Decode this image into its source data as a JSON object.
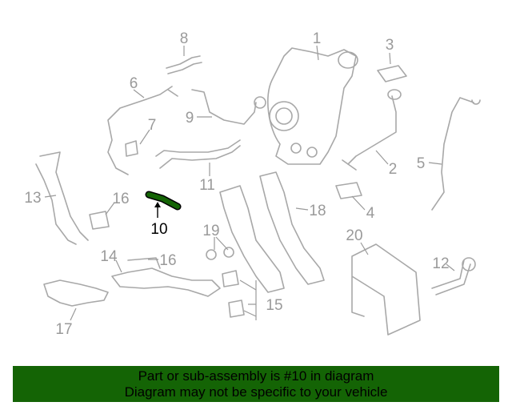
{
  "diagram": {
    "highlight_part": "10",
    "highlight_color": "#146405",
    "callouts": [
      "1",
      "2",
      "3",
      "4",
      "5",
      "6",
      "7",
      "8",
      "9",
      "10",
      "11",
      "12",
      "13",
      "14",
      "15",
      "16",
      "16",
      "17",
      "18",
      "19",
      "20"
    ]
  },
  "banner": {
    "line1": "Part or sub-assembly is #10 in diagram",
    "line2": "Diagram may not be specific to your vehicle",
    "color": "#146405"
  }
}
